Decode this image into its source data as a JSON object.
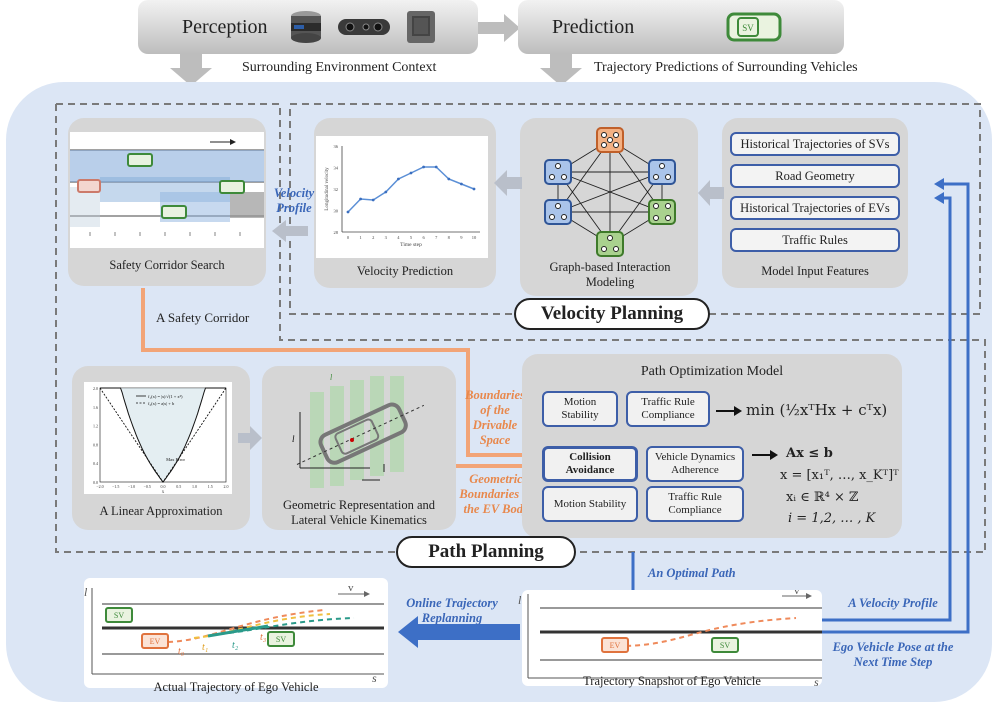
{
  "top": {
    "perception": "Perception",
    "prediction": "Prediction",
    "sv_label": "SV",
    "context_label": "Surrounding Environment Context",
    "predictions_label": "Trajectory Predictions of Surrounding Vehicles"
  },
  "velocity_planning": {
    "title": "Velocity Planning",
    "features": [
      "Historical Trajectories of SVs",
      "Road Geometry",
      "Historical Trajectories of EVs",
      "Traffic Rules"
    ],
    "features_caption": "Model Input Features",
    "graph_caption": "Graph-based Interaction Modeling",
    "velocity_caption": "Velocity Prediction",
    "velocity_profile_label": "Velocity Profile",
    "corridor_caption": "Safety Corridor Search",
    "corridor_output": "A Safety Corridor"
  },
  "velocity_chart": {
    "ylabel": "Longitudinal velocity",
    "xlabel": "Time step",
    "yticks": [
      "28",
      "30",
      "32",
      "34",
      "36"
    ],
    "xticks": [
      "0",
      "1",
      "2",
      "3",
      "4",
      "5",
      "6",
      "7",
      "8",
      "9",
      "10"
    ]
  },
  "path_planning": {
    "title": "Path Planning",
    "linear_caption": "A Linear Approximation",
    "geom_caption": "Geometric Representation and Lateral Vehicle Kinematics",
    "boundaries_drivable": "Boundaries of the Drivable Space",
    "boundaries_ev": "Geometric Boundaries of the EV Body",
    "opt_title": "Path Optimization Model",
    "group1": [
      "Motion Stability",
      "Traffic Rule Compliance"
    ],
    "group2": [
      "Collision Avoidance",
      "Vehicle Dynamics Adherence",
      "Motion Stability",
      "Traffic Rule Compliance"
    ],
    "objective": "min  (½xᵀHx + cᵀx)",
    "constraint": "Ax ≤ b",
    "x_def": "x = [x₁ᵀ, …, x_Kᵀ]ᵀ",
    "xi_def": "xᵢ ∈ ℝ⁴ × ℤ",
    "i_def": "i = 1,2, … , K"
  },
  "linear_chart": {
    "legend": [
      "f₁(x) = |x|/√(1 + x²)",
      "f₂(x) = a|x| + b"
    ],
    "max_error": "Max Error",
    "yticks": [
      "0.0",
      "0.2",
      "0.4",
      "0.6",
      "0.8",
      "1.0",
      "1.2",
      "1.4",
      "1.6",
      "1.8",
      "2.0"
    ],
    "xticks": [
      "−2.0",
      "−1.5",
      "−1.0",
      "−0.5",
      "0.0",
      "0.5",
      "1.0",
      "1.5",
      "2.0"
    ],
    "xlabel": "x"
  },
  "bottom": {
    "optimal_path": "An Optimal Path",
    "velocity_profile": "A Velocity Profile",
    "ego_pose": "Ego Vehicle Pose at the Next Time Step",
    "replanning": "Online Trajectory Replanning",
    "actual_caption": "Actual Trajectory of Ego Vehicle",
    "snapshot_caption": "Trajectory Snapshot of Ego Vehicle",
    "axis_l": "l",
    "axis_s": "s",
    "axis_v": "v",
    "sv": "SV",
    "ev": "EV",
    "t0": "t₀",
    "t1": "t₁",
    "t2": "t₂",
    "t3": "t₃"
  },
  "colors": {
    "blue_area": "#dce6f5",
    "accent_blue": "#3d6fc6",
    "orange": "#f2a477",
    "panel_gray": "#d6d6d6"
  }
}
